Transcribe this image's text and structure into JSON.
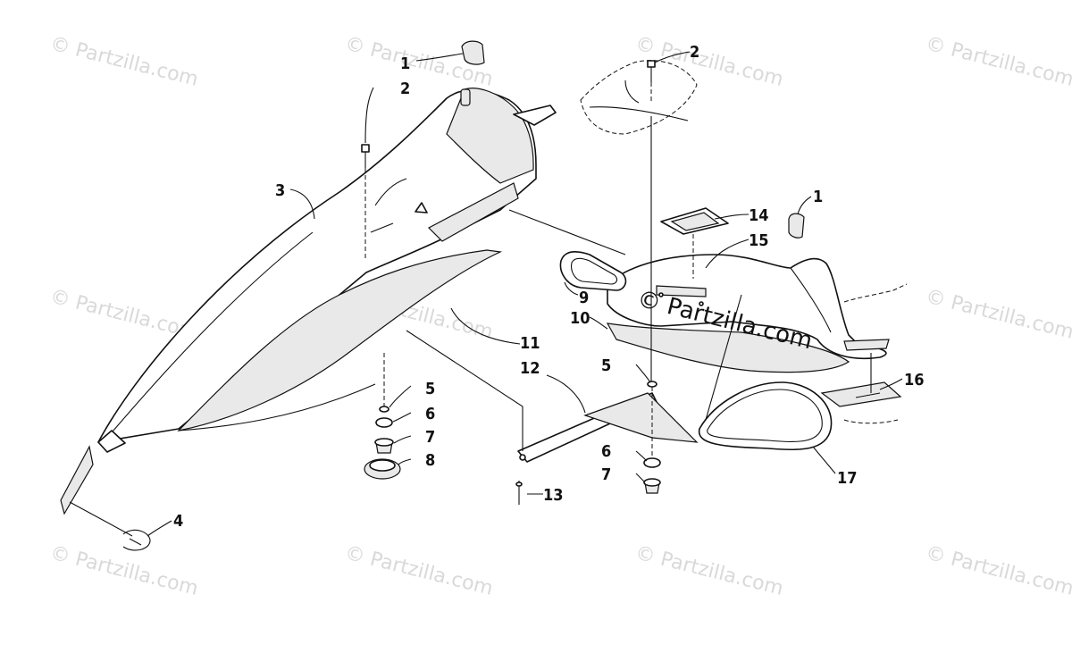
{
  "watermark": {
    "text": "© Partzilla.com",
    "center_text": "© Partzilla.com"
  },
  "callouts": {
    "c1a": "1",
    "c2a": "2",
    "c3": "3",
    "c4": "4",
    "c5a": "5",
    "c6a": "6",
    "c7a": "7",
    "c8": "8",
    "c9": "9",
    "c10": "10",
    "c11": "11",
    "c12": "12",
    "c13": "13",
    "c2b": "2",
    "c14": "14",
    "c15": "15",
    "c1b": "1",
    "c5b": "5",
    "c6b": "6",
    "c7b": "7",
    "c16": "16",
    "c17": "17"
  },
  "colors": {
    "line": "#111111",
    "watermark": "#d9d9d9",
    "background": "#ffffff"
  }
}
